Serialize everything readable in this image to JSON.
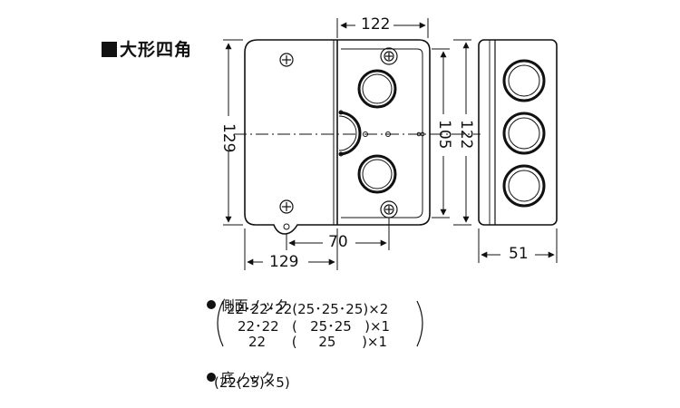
{
  "title": "大形四角",
  "dimensions": {
    "top_width": "122",
    "left_height": "129",
    "right_inner": "105",
    "right_outer": "122",
    "center_offset": "70",
    "bottom_width": "129",
    "side_depth": "51"
  },
  "notes": {
    "side_knock_title": "側面ノック",
    "side_knock_rows": [
      "22･22･22(25･25･25)×2",
      "22･22   (   25･25   )×1",
      "22      (     25      )×1"
    ],
    "bottom_knock_title": "底ノック",
    "bottom_knock_value": "(22(25)×5)"
  }
}
